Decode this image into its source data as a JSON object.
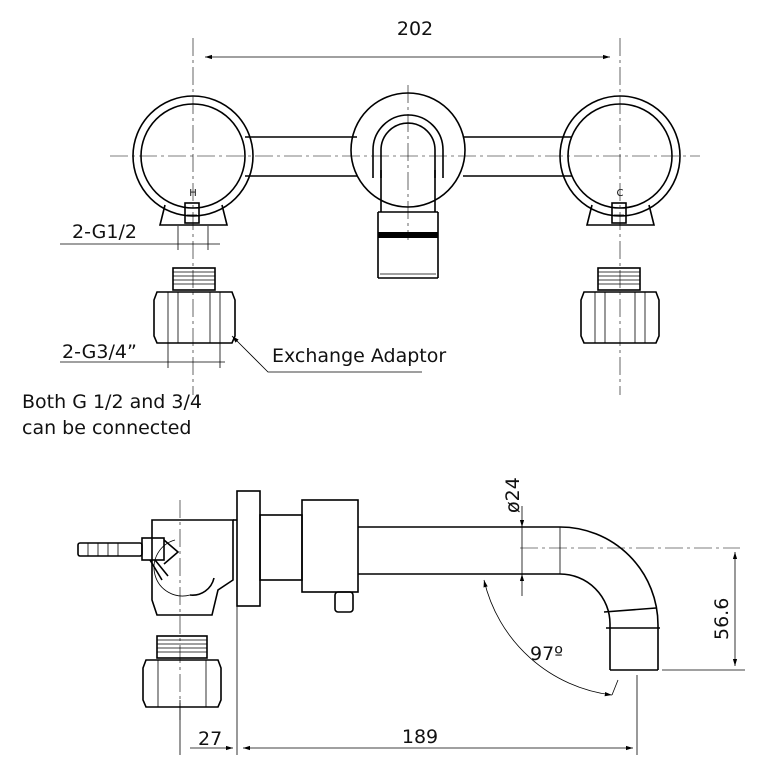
{
  "dimensions": {
    "top_width": "202",
    "inlet_small_thread": "2-G1/2",
    "inlet_large_thread": "2-G3/4”",
    "spout_diameter": "ø24",
    "spout_drop": "56.6",
    "spout_angle": "97º",
    "wall_depth": "27",
    "spout_reach": "189"
  },
  "labels": {
    "exchange_adaptor": "Exchange Adaptor",
    "note_line1": "Both G 1/2 and 3/4",
    "note_line2": "can be connected",
    "hot_handle": "H",
    "cold_handle": "C"
  }
}
